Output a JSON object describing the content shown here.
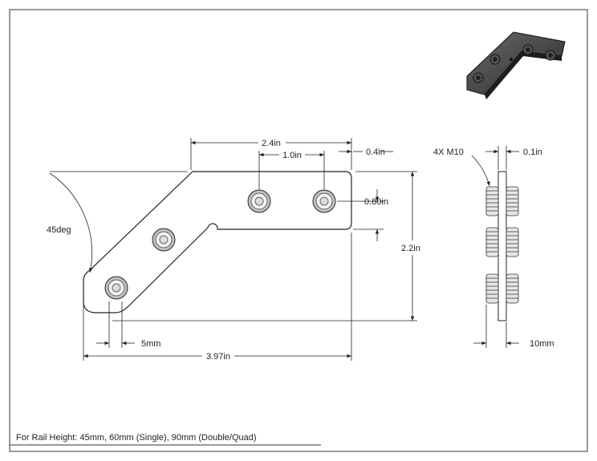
{
  "drawing": {
    "footer_note": "For Rail Height: 45mm, 60mm (Single), 90mm (Double/Quad)",
    "dimensions": {
      "overall_width": "3.97in",
      "top_span": "2.4in",
      "hole_pitch": "1.0in",
      "edge_offset": "0.4in",
      "hole_row_offset": "0.80in",
      "overall_height": "2.2in",
      "angle": "45deg",
      "bottom_offset": "5mm"
    },
    "side_view": {
      "fastener_note": "4X M10",
      "plate_thickness": "0.1in",
      "screw_length": "10mm"
    },
    "colors": {
      "line": "#222222",
      "part_fill": "#ffffff",
      "iso_part": "#3a3a3a"
    }
  }
}
